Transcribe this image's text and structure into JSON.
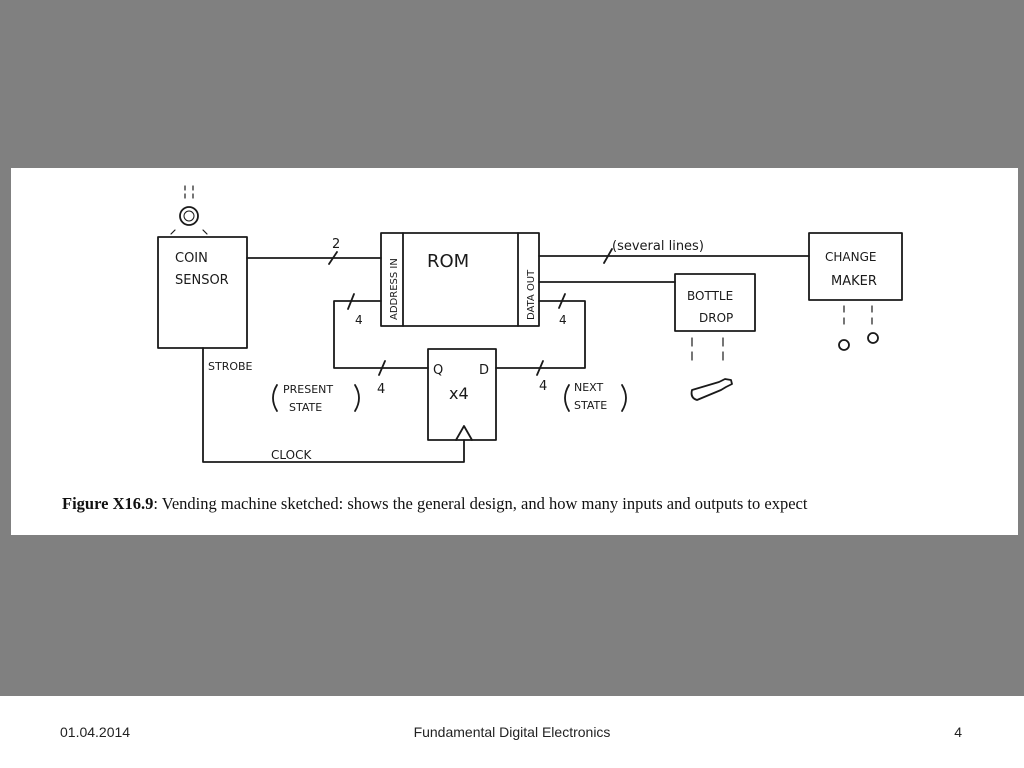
{
  "diagram": {
    "coin_sensor_line1": "COIN",
    "coin_sensor_line2": "SENSOR",
    "rom_label": "ROM",
    "address_in_label": "ADDRESS IN",
    "data_out_label": "DATA OUT",
    "bus_width_coin": "2",
    "several_lines_label": "(several lines)",
    "change_maker_line1": "CHANGE",
    "change_maker_line2": "MAKER",
    "bottle_drop_line1": "BOTTLE",
    "bottle_drop_line2": "DROP",
    "bus_width_feedback_left": "4",
    "bus_width_feedback_right": "4",
    "register_q_label": "Q",
    "register_d_label": "D",
    "register_label": "x4",
    "bus_width_q": "4",
    "bus_width_d": "4",
    "present_state_line1": "PRESENT",
    "present_state_line2": "STATE",
    "next_state_line1": "NEXT",
    "next_state_line2": "STATE",
    "strobe_label": "STROBE",
    "clock_label": "CLOCK",
    "caption_bold": "Figure X16.9",
    "caption_rest": ": Vending machine sketched: shows the general design, and how many inputs and outputs to expect"
  },
  "footer": {
    "date": "01.04.2014",
    "title": "Fundamental Digital Electronics",
    "page": "4"
  },
  "colors": {
    "slide_background": "#808080",
    "panel": "#ffffff",
    "ink": "#1a1a1a"
  }
}
